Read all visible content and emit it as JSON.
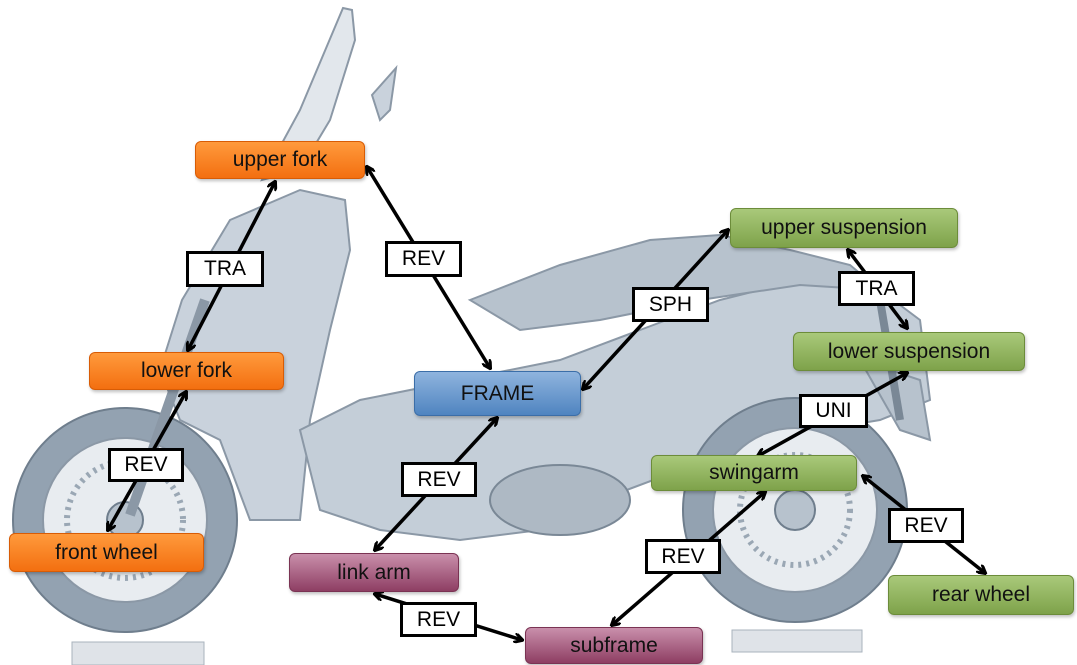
{
  "colors": {
    "chassis": "#c9d2dc",
    "chassis_line": "#8b98a6",
    "wheel": "#93a2b1",
    "orange": "#f36f10",
    "green": "#7ea24a",
    "blue": "#4f84c0",
    "purple": "#8e3e63"
  },
  "bodies": {
    "upper_fork": "upper fork",
    "lower_fork": "lower fork",
    "front_wheel": "front wheel",
    "frame": "FRAME",
    "link_arm": "link arm",
    "subframe": "subframe",
    "upper_suspension": "upper suspension",
    "lower_suspension": "lower suspension",
    "swingarm": "swingarm",
    "rear_wheel": "rear wheel"
  },
  "joints": {
    "fork_tra": "TRA",
    "fork_frame_rev": "REV",
    "front_wheel_rev": "REV",
    "frame_link_rev": "REV",
    "link_subframe_rev": "REV",
    "frame_susp_sph": "SPH",
    "susp_tra": "TRA",
    "susp_swing_uni": "UNI",
    "swing_subframe_rev": "REV",
    "swing_wheel_rev": "REV"
  }
}
